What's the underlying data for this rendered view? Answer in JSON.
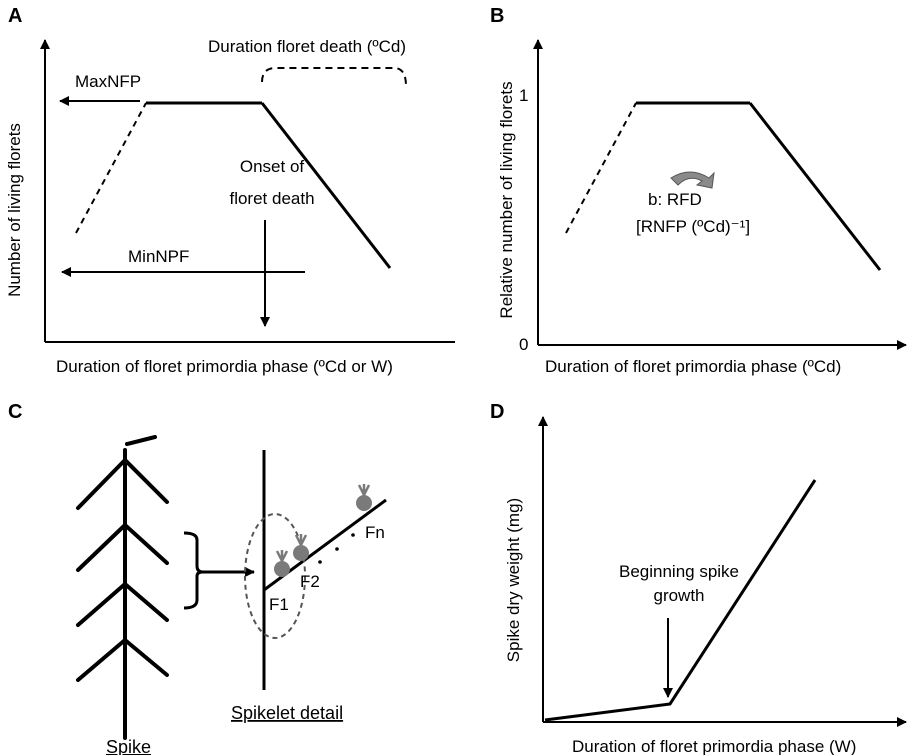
{
  "panels": {
    "a": {
      "label": "A",
      "y_label": "Number of living florets",
      "x_label": "Duration of floret primordia phase (ºCd or W)",
      "max_label": "MaxNFP",
      "duration_label": "Duration floret death (ºCd)",
      "onset_line1": "Onset of",
      "onset_line2": "floret death",
      "min_label": "MinNPF"
    },
    "b": {
      "label": "B",
      "y_label": "Relative number  of living florets",
      "x_label": "Duration of floret primordia phase (ºCd)",
      "tick_one": "1",
      "tick_zero": "0",
      "rate_line1": "b: RFD",
      "rate_line2": "[RNFP (ºCd)⁻¹]"
    },
    "c": {
      "label": "C",
      "spike_label": "Spike",
      "spikelet_label": "Spikelet detail",
      "floret_first": "F1",
      "floret_second": "F2",
      "floret_n": "Fn"
    },
    "d": {
      "label": "D",
      "y_label": "Spike dry weight (mg)",
      "x_label": "Duration of floret primordia phase (W)",
      "annot_line1": "Beginning spike",
      "annot_line2": "growth"
    }
  },
  "colors": {
    "ink": "#000000",
    "floret_fill": "#7a7a7a",
    "arrow_fill": "#8a8a8a",
    "dashed_ellipse": "#555555"
  }
}
